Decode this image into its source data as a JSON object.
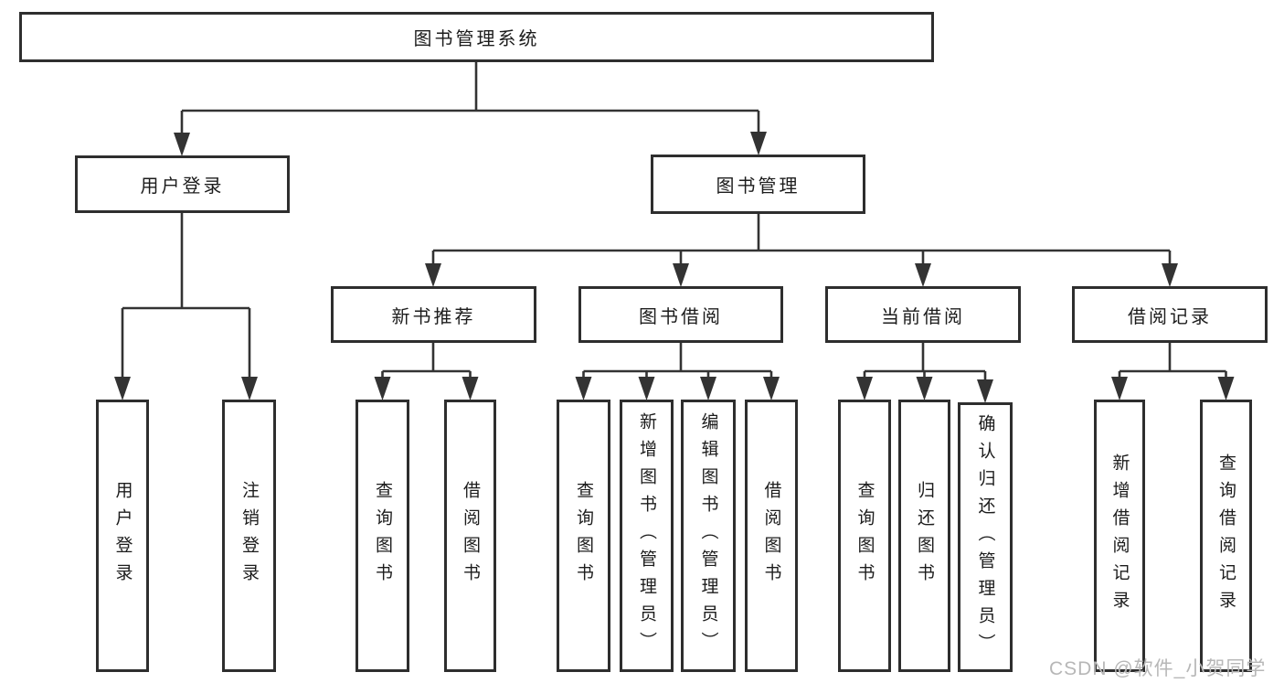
{
  "tree": {
    "label": "图书管理系统",
    "children": [
      {
        "label": "用户登录",
        "children": [
          {
            "label": "用户登录"
          },
          {
            "label": "注销登录"
          }
        ]
      },
      {
        "label": "图书管理",
        "children": [
          {
            "label": "新书推荐",
            "children": [
              {
                "label": "查询图书"
              },
              {
                "label": "借阅图书"
              }
            ]
          },
          {
            "label": "图书借阅",
            "children": [
              {
                "label": "查询图书"
              },
              {
                "label": "新增图书（管理员）"
              },
              {
                "label": "编辑图书（管理员）"
              },
              {
                "label": "借阅图书"
              }
            ]
          },
          {
            "label": "当前借阅",
            "children": [
              {
                "label": "查询图书"
              },
              {
                "label": "归还图书"
              },
              {
                "label": "确认归还（管理员）"
              }
            ]
          },
          {
            "label": "借阅记录",
            "children": [
              {
                "label": "新增借阅记录"
              },
              {
                "label": "查询借阅记录"
              }
            ]
          }
        ]
      }
    ]
  },
  "watermark": "CSDN @软件_小贺同学",
  "colors": {
    "background": "#ffffff",
    "line": "#333333",
    "box_border": "#2e2e2e",
    "text": "#1c1c1c",
    "watermark": "#b7b7b7"
  }
}
